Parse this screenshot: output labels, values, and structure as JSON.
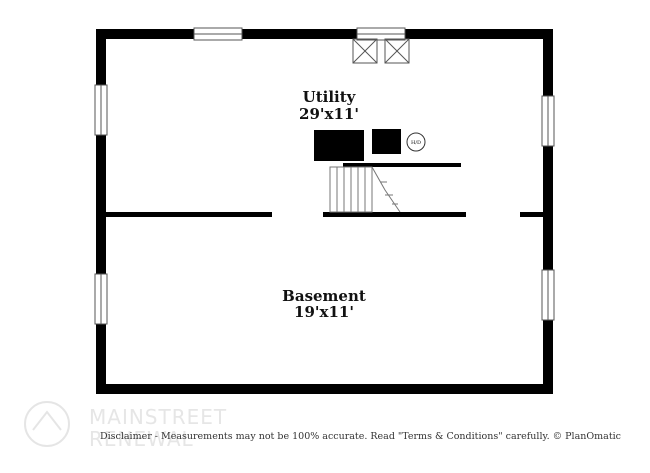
{
  "rooms": {
    "utility": {
      "name": "Utility",
      "dimensions": "29'x11'"
    },
    "basement": {
      "name": "Basement",
      "dimensions": "19'x11'"
    }
  },
  "fixtures": {
    "water_heater_label": "H/D"
  },
  "watermark": {
    "brand_line1": "MAINSTREET",
    "brand_line2": "RENEWAL"
  },
  "footer": {
    "disclaimer": "Disclaimer - Measurements may not be 100% accurate. Read \"Terms & Conditions\" carefully. © PlanOmatic"
  },
  "colors": {
    "wall": "#000000",
    "background": "#ffffff",
    "window_stroke": "#555555",
    "watermark": "#e6e6e6"
  }
}
